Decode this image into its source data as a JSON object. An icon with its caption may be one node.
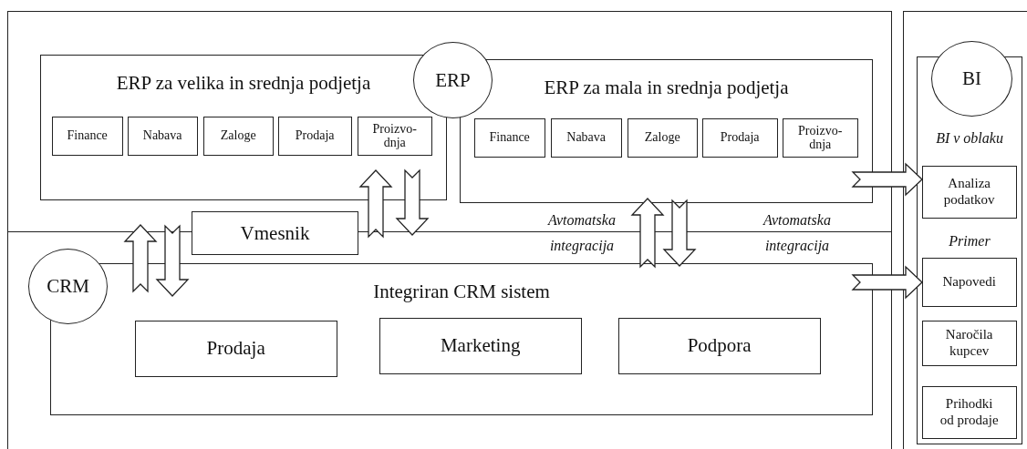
{
  "diagram": {
    "nodes": [
      {
        "text": [
          "ERP"
        ]
      },
      {
        "text": [
          "ERP za velika in srednja podjetja"
        ]
      },
      {
        "text": [
          "Finance"
        ],
        "in": 1
      },
      {
        "text": [
          "Nabava"
        ],
        "in": 1
      },
      {
        "text": [
          "Zaloge"
        ],
        "in": 1
      },
      {
        "text": [
          "Prodaja"
        ],
        "in": 1
      },
      {
        "text": [
          "Proizvo-dnja"
        ],
        "in": 1
      },
      {
        "text": [
          "ERP za mala in srednja podjetja"
        ]
      },
      {
        "text": [
          "Finance"
        ],
        "in": 7
      },
      {
        "text": [
          "Nabava"
        ],
        "in": 7
      },
      {
        "text": [
          "Zaloge"
        ],
        "in": 7
      },
      {
        "text": [
          "Prodaja"
        ],
        "in": 7
      },
      {
        "text": [
          "Proizvo-dnja"
        ],
        "in": 7
      },
      {
        "text": [
          "Vmesnik"
        ]
      },
      {
        "text": [
          "CRM"
        ]
      },
      {
        "text": [
          "Integriran CRM sistem"
        ]
      },
      {
        "text": [
          "Prodaja"
        ],
        "in": 15
      },
      {
        "text": [
          "Marketing"
        ],
        "in": 15
      },
      {
        "text": [
          "Podpora"
        ],
        "in": 15
      },
      {
        "text": [
          "BI"
        ]
      },
      {
        "text": [
          "BI v oblaku",
          "Primer"
        ]
      },
      {
        "text": [
          "Analiza podatkov"
        ],
        "in": 20
      },
      {
        "text": [
          "Napovedi"
        ],
        "in": 20
      },
      {
        "text": [
          "Naročila kupcev"
        ],
        "in": 20
      },
      {
        "text": [
          "Prihodki od prodaje"
        ],
        "in": 20
      }
    ],
    "edges": [
      {
        "from": 13,
        "to": 1,
        "arrow": "to",
        "style": "thick"
      },
      {
        "from": 1,
        "to": 13,
        "arrow": "to",
        "style": "thick"
      },
      {
        "from": 15,
        "to": 13,
        "arrow": "to",
        "style": "thick"
      },
      {
        "from": 13,
        "to": 15,
        "arrow": "to",
        "style": "thick"
      },
      {
        "from": 15,
        "to": 7,
        "arrow": "to",
        "style": "thick"
      },
      {
        "from": 7,
        "to": 15,
        "arrow": "to",
        "style": "thick"
      },
      {
        "from": 7,
        "to": 21,
        "arrow": "to",
        "style": "thick"
      },
      {
        "from": 15,
        "to": 22,
        "arrow": "to",
        "style": "thick"
      }
    ],
    "labels": [
      "Avtomatska integracija",
      "Avtomatska integracija"
    ]
  }
}
